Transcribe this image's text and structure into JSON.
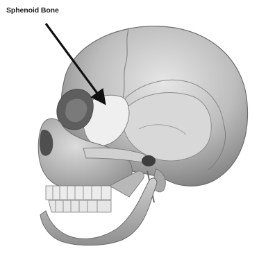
{
  "diagram": {
    "label": "Sphenoid Bone",
    "subject": "skull-lateral-view",
    "highlighted_region": "sphenoid-bone"
  },
  "colors": {
    "background": "#ffffff",
    "bone_base": "#c9c9c9",
    "bone_shadow": "#8a8a8a",
    "bone_dark": "#5a5a5a",
    "highlight": "#ededed",
    "pointer": "#111111"
  }
}
